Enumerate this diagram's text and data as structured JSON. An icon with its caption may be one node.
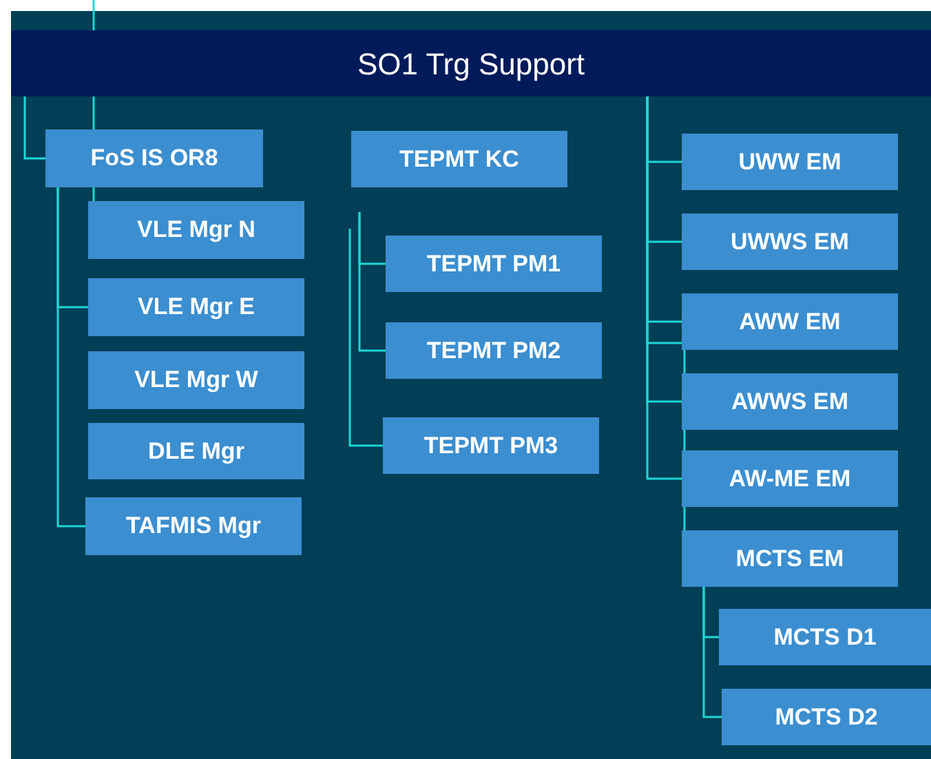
{
  "diagram": {
    "nodes": [
      {
        "text": [
          "SO1 Trg Support"
        ]
      },
      {
        "text": [
          "FoS IS OR8"
        ]
      },
      {
        "text": [
          "TEPMT KC"
        ]
      },
      {
        "text": [
          "VLE Mgr N"
        ]
      },
      {
        "text": [
          "VLE Mgr E"
        ]
      },
      {
        "text": [
          "VLE Mgr W"
        ]
      },
      {
        "text": [
          "DLE Mgr"
        ]
      },
      {
        "text": [
          "TAFMIS Mgr"
        ]
      },
      {
        "text": [
          "TEPMT PM1"
        ]
      },
      {
        "text": [
          "TEPMT PM2"
        ]
      },
      {
        "text": [
          "TEPMT PM3"
        ]
      },
      {
        "text": [
          "UWW EM"
        ]
      },
      {
        "text": [
          "UWWS EM"
        ]
      },
      {
        "text": [
          "AWW EM"
        ]
      },
      {
        "text": [
          "AWWS EM"
        ]
      },
      {
        "text": [
          "AW-ME EM"
        ]
      },
      {
        "text": [
          "MCTS EM"
        ]
      },
      {
        "text": [
          "MCTS D1"
        ]
      },
      {
        "text": [
          "MCTS D2"
        ]
      }
    ],
    "edges": [
      {
        "from": null,
        "to": 1,
        "arrow": "none"
      },
      {
        "from": 0,
        "to": 1,
        "arrow": "none"
      },
      {
        "from": 1,
        "to": 3,
        "arrow": "none"
      },
      {
        "from": 1,
        "to": 4,
        "arrow": "none"
      },
      {
        "from": 1,
        "to": 7,
        "arrow": "none"
      },
      {
        "from": null,
        "to": 8,
        "arrow": "none"
      },
      {
        "from": null,
        "to": 9,
        "arrow": "none"
      },
      {
        "from": null,
        "to": 10,
        "arrow": "none"
      },
      {
        "from": 0,
        "to": 11,
        "arrow": "none"
      },
      {
        "from": 0,
        "to": 12,
        "arrow": "none"
      },
      {
        "from": 0,
        "to": 13,
        "arrow": "none"
      },
      {
        "from": 0,
        "to": 14,
        "arrow": "none"
      },
      {
        "from": 0,
        "to": 15,
        "arrow": "none"
      },
      {
        "from": 0,
        "to": 16,
        "arrow": "none"
      },
      {
        "from": 16,
        "to": 17,
        "arrow": "none"
      },
      {
        "from": 16,
        "to": 18,
        "arrow": "none"
      }
    ]
  }
}
